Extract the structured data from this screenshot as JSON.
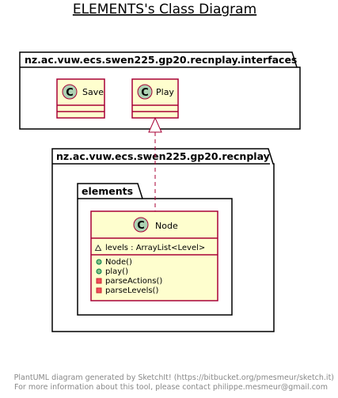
{
  "title": "ELEMENTS's Class Diagram",
  "colors": {
    "class_fill": "#FEFECE",
    "class_border": "#A80036",
    "class_badge": "#ADD1B2",
    "package_fill": "#FFFFFF",
    "package_border": "#000000",
    "relation": "#A80036",
    "footer_text": "#888888"
  },
  "packages": [
    {
      "id": "interfaces",
      "label": "nz.ac.vuw.ecs.swen225.gp20.recnplay.interfaces"
    },
    {
      "id": "recnplay",
      "label": "nz.ac.vuw.ecs.swen225.gp20.recnplay"
    },
    {
      "id": "elements",
      "label": "elements"
    }
  ],
  "classes": [
    {
      "id": "save",
      "name": "Save",
      "stereotype_letter": "C",
      "attributes": [],
      "methods": []
    },
    {
      "id": "play",
      "name": "Play",
      "stereotype_letter": "C",
      "attributes": [],
      "methods": []
    },
    {
      "id": "node",
      "name": "Node",
      "stereotype_letter": "C",
      "attributes": [
        {
          "visibility": "package",
          "text": "levels : ArrayList<Level>"
        }
      ],
      "methods": [
        {
          "visibility": "public",
          "text": "Node()"
        },
        {
          "visibility": "public",
          "text": "play()"
        },
        {
          "visibility": "private",
          "text": "parseActions()"
        },
        {
          "visibility": "private",
          "text": "parseLevels()"
        }
      ]
    }
  ],
  "relations": [
    {
      "from": "node",
      "to": "play",
      "type": "realization"
    }
  ],
  "footer": {
    "line1": "PlantUML diagram generated by SketchIt! (https://bitbucket.org/pmesmeur/sketch.it)",
    "line2": "For more information about this tool, please contact philippe.mesmeur@gmail.com"
  }
}
